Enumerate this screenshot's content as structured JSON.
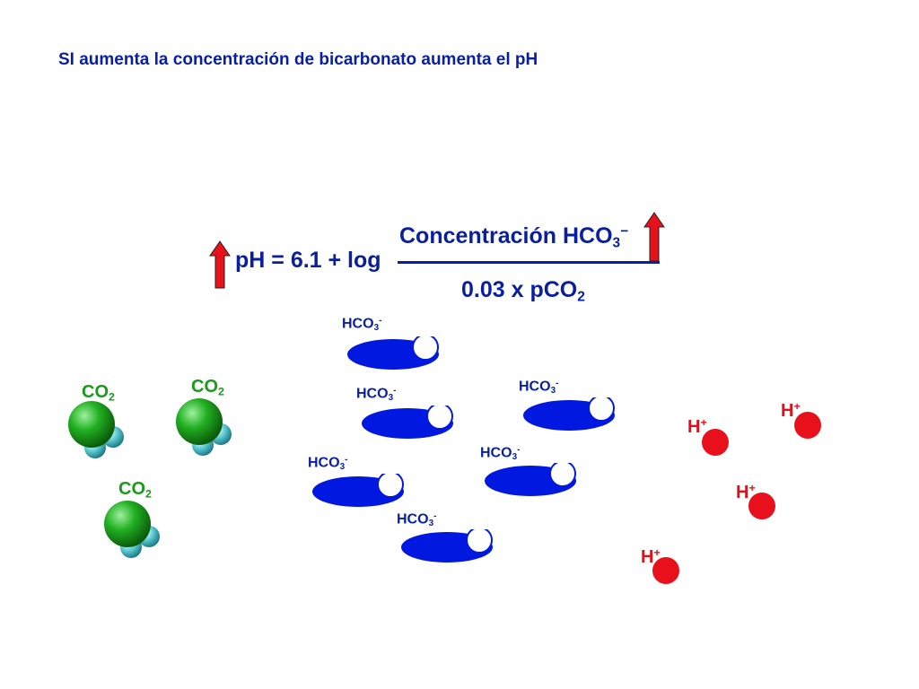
{
  "title": "SI aumenta la concentración de bicarbonato aumenta el pH",
  "equation": {
    "lhs": "pH = 6.1 + log",
    "numerator_text": "Concentración HCO",
    "numerator_sub": "3",
    "numerator_sup": "−",
    "denominator_text": "0.03 x pCO",
    "denominator_sub": "2"
  },
  "labels": {
    "hco3_base": "HCO",
    "hco3_sub": "3",
    "hco3_sup": "-",
    "co2_base": "CO",
    "co2_sub": "2",
    "h_base": "H",
    "h_sup": "+"
  },
  "colors": {
    "text_blue": "#0a1f9e",
    "hco3_fill": "#0018e0",
    "co2_green": "#20a020",
    "co2_cyan": "#58c8d0",
    "h_red": "#e8101a",
    "arrow_red": "#e8101a"
  }
}
